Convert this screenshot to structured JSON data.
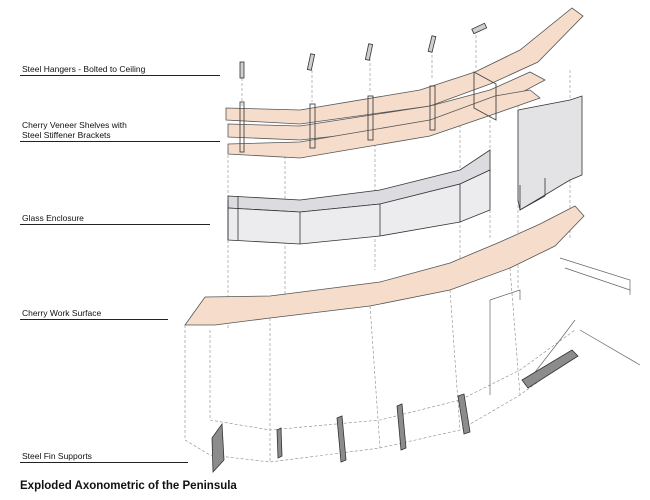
{
  "labels": {
    "hangers": "Steel Hangers - Bolted to Ceiling",
    "shelves_line1": "Cherry Veneer Shelves with",
    "shelves_line2": "Steel Stiffener Brackets",
    "glass": "Glass Enclosure",
    "work_surface": "Cherry Work Surface",
    "fins": "Steel Fin Supports"
  },
  "caption": "Exploded Axonometric of the Peninsula",
  "colors": {
    "cherry": "#f6dccb",
    "glass": "#e7e7ea",
    "steel": "#8c8c8c",
    "line": "#333333",
    "dashed": "#777777"
  }
}
